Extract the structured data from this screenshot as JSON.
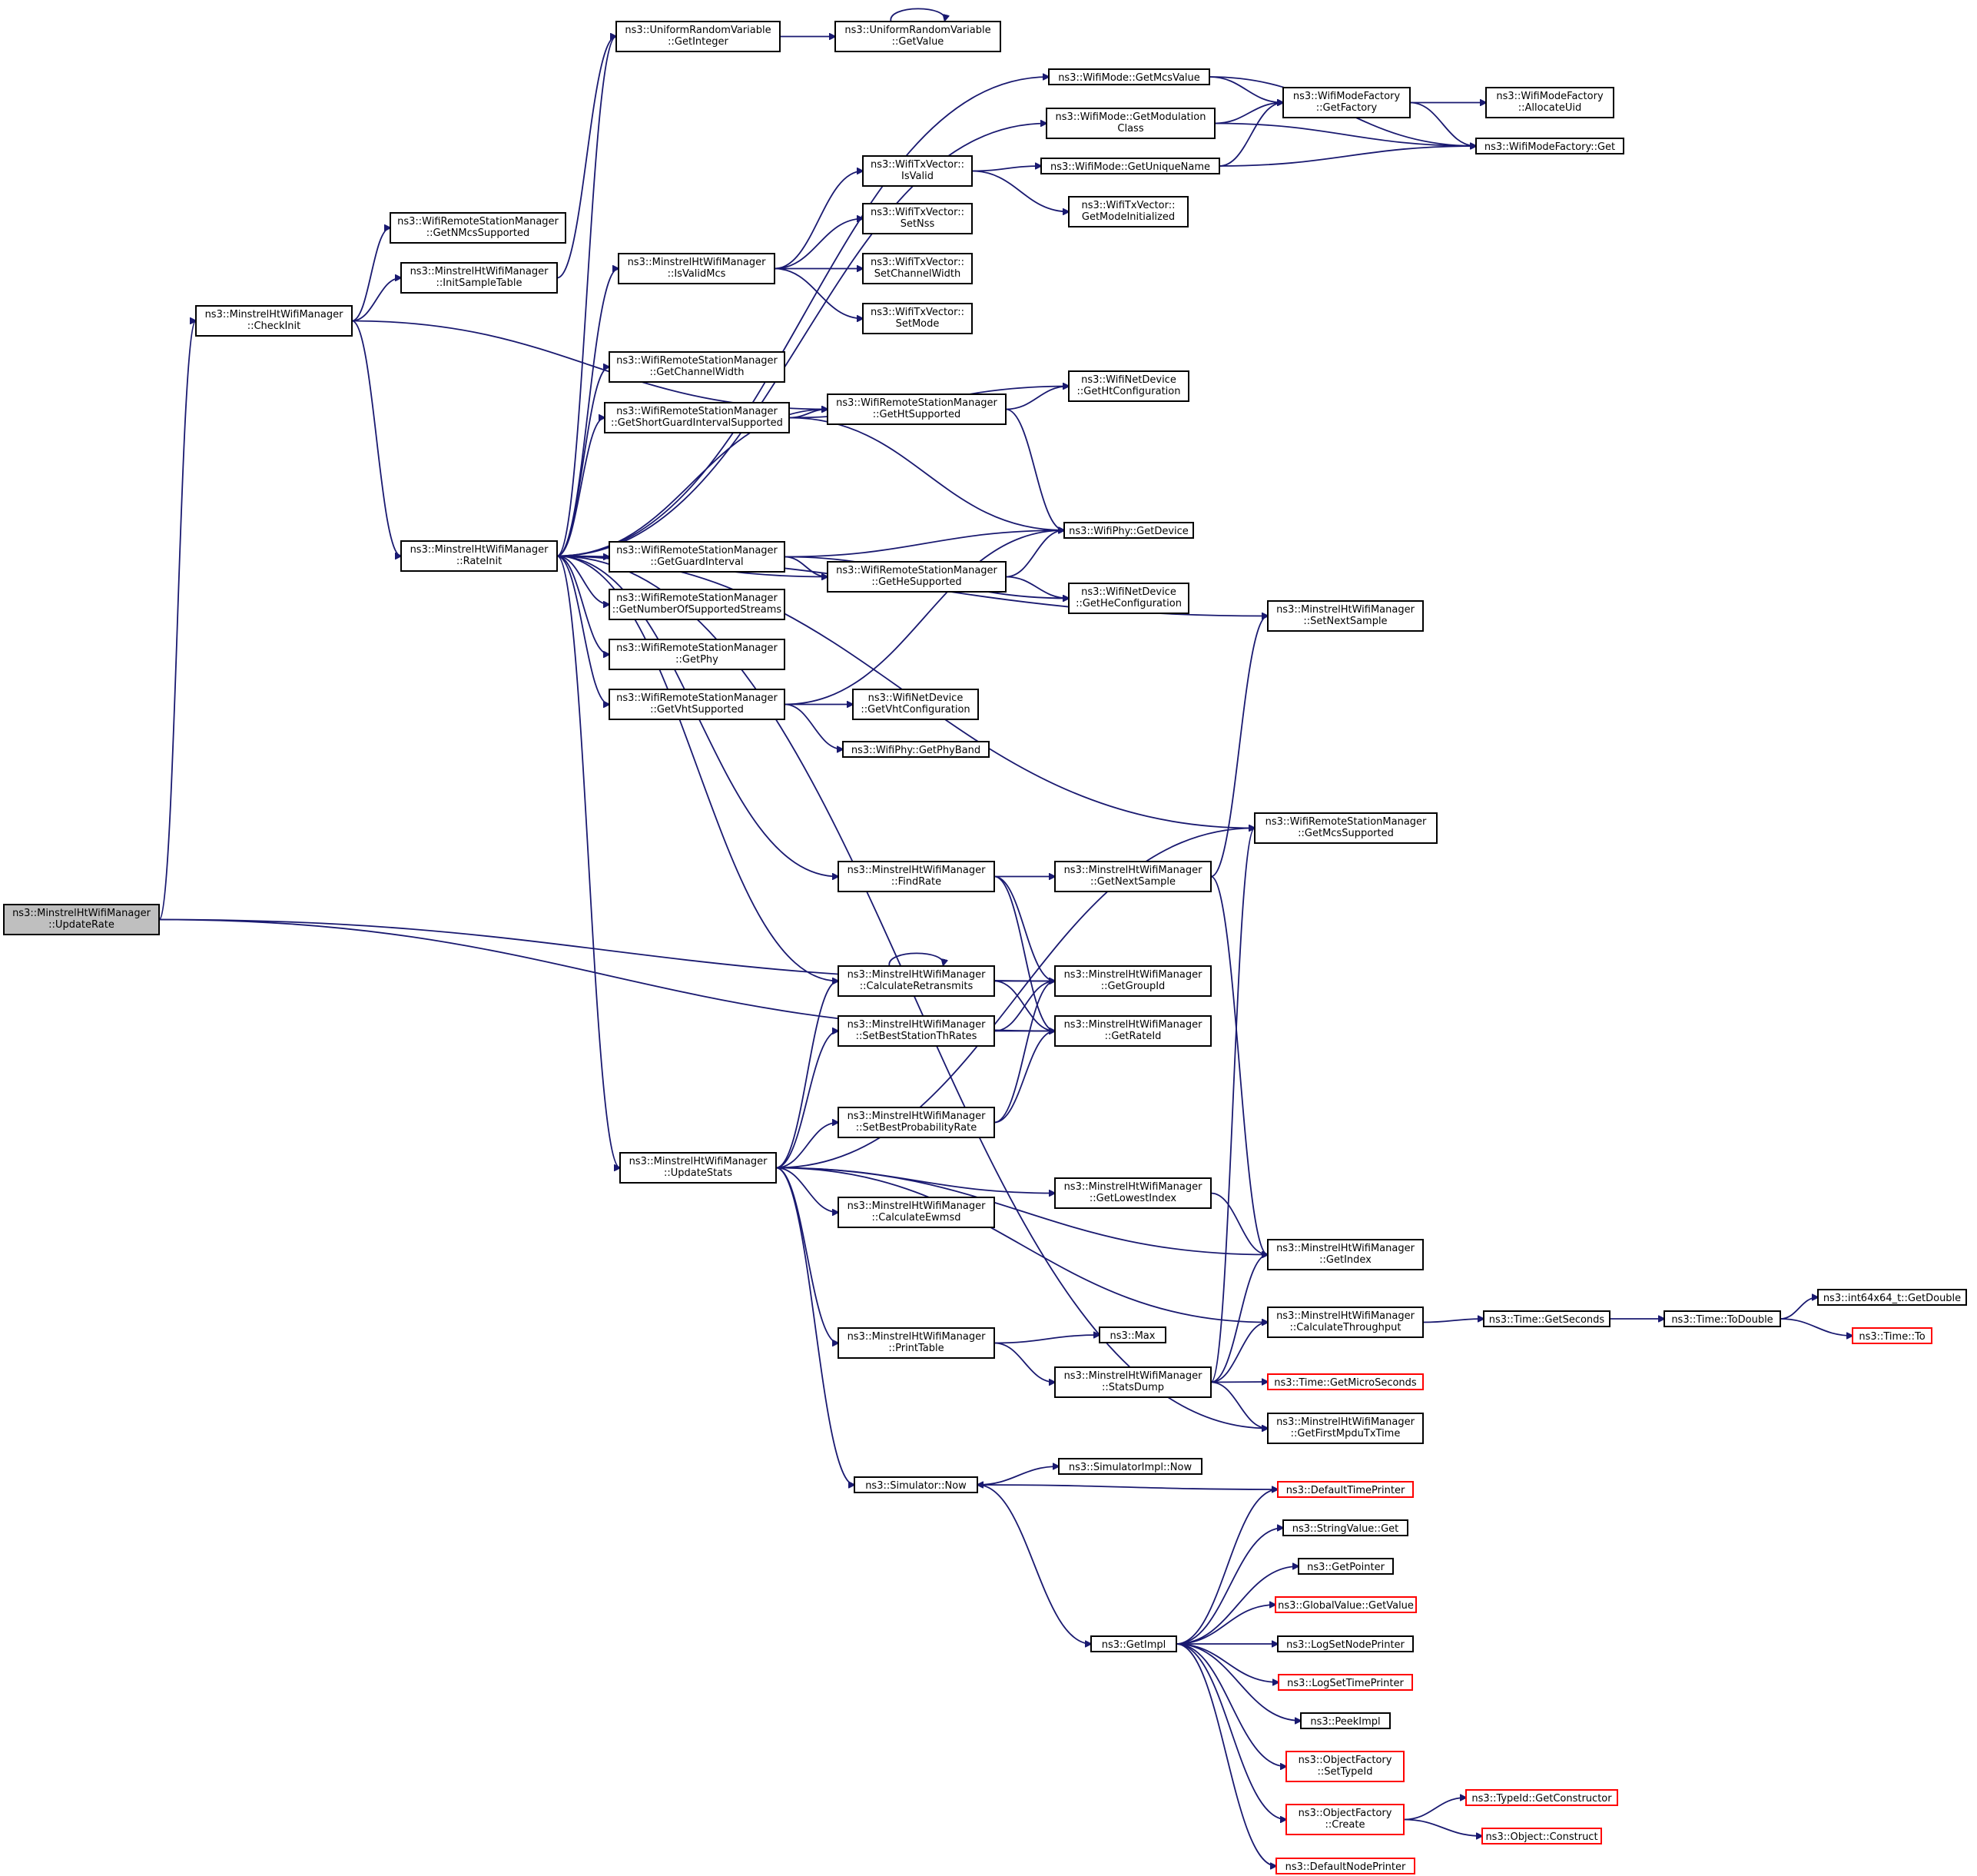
{
  "nodes": [
    {
      "id": "UpdateRate",
      "lines": [
        "ns3::MinstrelHtWifiManager",
        "::UpdateRate"
      ],
      "root": true
    },
    {
      "id": "CheckInit",
      "lines": [
        "ns3::MinstrelHtWifiManager",
        "::CheckInit"
      ]
    },
    {
      "id": "RateInit",
      "lines": [
        "ns3::MinstrelHtWifiManager",
        "::RateInit"
      ]
    },
    {
      "id": "GetNMcsSupported",
      "lines": [
        "ns3::WifiRemoteStationManager",
        "::GetNMcsSupported"
      ]
    },
    {
      "id": "InitSampleTable",
      "lines": [
        "ns3::MinstrelHtWifiManager",
        "::InitSampleTable"
      ]
    },
    {
      "id": "GetInteger",
      "lines": [
        "ns3::UniformRandomVariable",
        "::GetInteger"
      ]
    },
    {
      "id": "GetValueURV",
      "lines": [
        "ns3::UniformRandomVariable",
        "::GetValue"
      ]
    },
    {
      "id": "GetMcsValue",
      "lines": [
        "ns3::WifiMode::GetMcsValue"
      ]
    },
    {
      "id": "GetModulationClass",
      "lines": [
        "ns3::WifiMode::GetModulation",
        "Class"
      ]
    },
    {
      "id": "GetFactory",
      "lines": [
        "ns3::WifiModeFactory",
        "::GetFactory"
      ]
    },
    {
      "id": "AllocateUid",
      "lines": [
        "ns3::WifiModeFactory",
        "::AllocateUid"
      ]
    },
    {
      "id": "WifiModeFactoryGet",
      "lines": [
        "ns3::WifiModeFactory::Get"
      ]
    },
    {
      "id": "IsValid",
      "lines": [
        "ns3::WifiTxVector::",
        "IsValid"
      ]
    },
    {
      "id": "GetUniqueName",
      "lines": [
        "ns3::WifiMode::GetUniqueName"
      ]
    },
    {
      "id": "GetModeInitialized",
      "lines": [
        "ns3::WifiTxVector::",
        "GetModeInitialized"
      ]
    },
    {
      "id": "IsValidMcs",
      "lines": [
        "ns3::MinstrelHtWifiManager",
        "::IsValidMcs"
      ]
    },
    {
      "id": "SetNss",
      "lines": [
        "ns3::WifiTxVector::",
        "SetNss"
      ]
    },
    {
      "id": "SetChannelWidth",
      "lines": [
        "ns3::WifiTxVector::",
        "SetChannelWidth"
      ]
    },
    {
      "id": "SetMode",
      "lines": [
        "ns3::WifiTxVector::",
        "SetMode"
      ]
    },
    {
      "id": "GetChannelWidth",
      "lines": [
        "ns3::WifiRemoteStationManager",
        "::GetChannelWidth"
      ]
    },
    {
      "id": "GetShortGI",
      "lines": [
        "ns3::WifiRemoteStationManager",
        "::GetShortGuardIntervalSupported"
      ]
    },
    {
      "id": "GetHtSupported",
      "lines": [
        "ns3::WifiRemoteStationManager",
        "::GetHtSupported"
      ]
    },
    {
      "id": "GetHtConfiguration",
      "lines": [
        "ns3::WifiNetDevice",
        "::GetHtConfiguration"
      ]
    },
    {
      "id": "GetDevice",
      "lines": [
        "ns3::WifiPhy::GetDevice"
      ]
    },
    {
      "id": "GetGuardInterval",
      "lines": [
        "ns3::WifiRemoteStationManager",
        "::GetGuardInterval"
      ]
    },
    {
      "id": "GetHeSupported",
      "lines": [
        "ns3::WifiRemoteStationManager",
        "::GetHeSupported"
      ]
    },
    {
      "id": "GetHeConfiguration",
      "lines": [
        "ns3::WifiNetDevice",
        "::GetHeConfiguration"
      ]
    },
    {
      "id": "SetNextSample",
      "lines": [
        "ns3::MinstrelHtWifiManager",
        "::SetNextSample"
      ]
    },
    {
      "id": "GetNumStreams",
      "lines": [
        "ns3::WifiRemoteStationManager",
        "::GetNumberOfSupportedStreams"
      ]
    },
    {
      "id": "GetPhy",
      "lines": [
        "ns3::WifiRemoteStationManager",
        "::GetPhy"
      ]
    },
    {
      "id": "GetVhtSupported",
      "lines": [
        "ns3::WifiRemoteStationManager",
        "::GetVhtSupported"
      ]
    },
    {
      "id": "GetVhtConfiguration",
      "lines": [
        "ns3::WifiNetDevice",
        "::GetVhtConfiguration"
      ]
    },
    {
      "id": "GetPhyBand",
      "lines": [
        "ns3::WifiPhy::GetPhyBand"
      ]
    },
    {
      "id": "GetMcsSupported",
      "lines": [
        "ns3::WifiRemoteStationManager",
        "::GetMcsSupported"
      ]
    },
    {
      "id": "FindRate",
      "lines": [
        "ns3::MinstrelHtWifiManager",
        "::FindRate"
      ]
    },
    {
      "id": "GetNextSample",
      "lines": [
        "ns3::MinstrelHtWifiManager",
        "::GetNextSample"
      ]
    },
    {
      "id": "CalculateRetransmits",
      "lines": [
        "ns3::MinstrelHtWifiManager",
        "::CalculateRetransmits"
      ]
    },
    {
      "id": "GetGroupId",
      "lines": [
        "ns3::MinstrelHtWifiManager",
        "::GetGroupId"
      ]
    },
    {
      "id": "SetBestStationThRates",
      "lines": [
        "ns3::MinstrelHtWifiManager",
        "::SetBestStationThRates"
      ]
    },
    {
      "id": "GetRateId",
      "lines": [
        "ns3::MinstrelHtWifiManager",
        "::GetRateId"
      ]
    },
    {
      "id": "SetBestProbabilityRate",
      "lines": [
        "ns3::MinstrelHtWifiManager",
        "::SetBestProbabilityRate"
      ]
    },
    {
      "id": "UpdateStats",
      "lines": [
        "ns3::MinstrelHtWifiManager",
        "::UpdateStats"
      ]
    },
    {
      "id": "CalculateEwmsd",
      "lines": [
        "ns3::MinstrelHtWifiManager",
        "::CalculateEwmsd"
      ]
    },
    {
      "id": "GetLowestIndex",
      "lines": [
        "ns3::MinstrelHtWifiManager",
        "::GetLowestIndex"
      ]
    },
    {
      "id": "GetIndex",
      "lines": [
        "ns3::MinstrelHtWifiManager",
        "::GetIndex"
      ]
    },
    {
      "id": "CalculateThroughput",
      "lines": [
        "ns3::MinstrelHtWifiManager",
        "::CalculateThroughput"
      ]
    },
    {
      "id": "GetSeconds",
      "lines": [
        "ns3::Time::GetSeconds"
      ]
    },
    {
      "id": "ToDouble",
      "lines": [
        "ns3::Time::ToDouble"
      ]
    },
    {
      "id": "int64GetDouble",
      "lines": [
        "ns3::int64x64_t::GetDouble"
      ]
    },
    {
      "id": "TimeTo",
      "lines": [
        "ns3::Time::To"
      ],
      "truncated": true
    },
    {
      "id": "PrintTable",
      "lines": [
        "ns3::MinstrelHtWifiManager",
        "::PrintTable"
      ]
    },
    {
      "id": "Max",
      "lines": [
        "ns3::Max"
      ]
    },
    {
      "id": "StatsDump",
      "lines": [
        "ns3::MinstrelHtWifiManager",
        "::StatsDump"
      ]
    },
    {
      "id": "GetMicroSeconds",
      "lines": [
        "ns3::Time::GetMicroSeconds"
      ],
      "truncated": true
    },
    {
      "id": "GetFirstMpduTxTime",
      "lines": [
        "ns3::MinstrelHtWifiManager",
        "::GetFirstMpduTxTime"
      ]
    },
    {
      "id": "SimulatorNow",
      "lines": [
        "ns3::Simulator::Now"
      ]
    },
    {
      "id": "SimulatorImplNow",
      "lines": [
        "ns3::SimulatorImpl::Now"
      ]
    },
    {
      "id": "DefaultTimePrinter",
      "lines": [
        "ns3::DefaultTimePrinter"
      ],
      "truncated": true
    },
    {
      "id": "StringValueGet",
      "lines": [
        "ns3::StringValue::Get"
      ]
    },
    {
      "id": "GetPointer",
      "lines": [
        "ns3::GetPointer"
      ]
    },
    {
      "id": "GlobalValueGetValue",
      "lines": [
        "ns3::GlobalValue::GetValue"
      ],
      "truncated": true
    },
    {
      "id": "GetImpl",
      "lines": [
        "ns3::GetImpl"
      ]
    },
    {
      "id": "LogSetNodePrinter",
      "lines": [
        "ns3::LogSetNodePrinter"
      ]
    },
    {
      "id": "LogSetTimePrinter",
      "lines": [
        "ns3::LogSetTimePrinter"
      ],
      "truncated": true
    },
    {
      "id": "PeekImpl",
      "lines": [
        "ns3::PeekImpl"
      ]
    },
    {
      "id": "SetTypeId",
      "lines": [
        "ns3::ObjectFactory",
        "::SetTypeId"
      ],
      "truncated": true
    },
    {
      "id": "Create",
      "lines": [
        "ns3::ObjectFactory",
        "::Create"
      ],
      "truncated": true
    },
    {
      "id": "GetConstructor",
      "lines": [
        "ns3::TypeId::GetConstructor"
      ],
      "truncated": true
    },
    {
      "id": "ObjectConstruct",
      "lines": [
        "ns3::Object::Construct"
      ],
      "truncated": true
    },
    {
      "id": "DefaultNodePrinter",
      "lines": [
        "ns3::DefaultNodePrinter"
      ],
      "truncated": true
    }
  ],
  "edges": [
    [
      "UpdateRate",
      "CheckInit"
    ],
    [
      "UpdateRate",
      "GetGroupId"
    ],
    [
      "UpdateRate",
      "GetRateId"
    ],
    [
      "CheckInit",
      "GetNMcsSupported"
    ],
    [
      "CheckInit",
      "InitSampleTable"
    ],
    [
      "CheckInit",
      "GetHtSupported"
    ],
    [
      "CheckInit",
      "RateInit"
    ],
    [
      "InitSampleTable",
      "GetInteger"
    ],
    [
      "GetInteger",
      "GetValueURV"
    ],
    [
      "GetValueURV",
      "GetValueURV"
    ],
    [
      "GetMcsValue",
      "GetFactory"
    ],
    [
      "GetMcsValue",
      "WifiModeFactoryGet"
    ],
    [
      "GetModulationClass",
      "GetFactory"
    ],
    [
      "GetModulationClass",
      "WifiModeFactoryGet"
    ],
    [
      "GetFactory",
      "AllocateUid"
    ],
    [
      "GetFactory",
      "WifiModeFactoryGet"
    ],
    [
      "IsValid",
      "GetUniqueName"
    ],
    [
      "IsValid",
      "GetModeInitialized"
    ],
    [
      "GetUniqueName",
      "GetFactory"
    ],
    [
      "GetUniqueName",
      "WifiModeFactoryGet"
    ],
    [
      "IsValidMcs",
      "IsValid"
    ],
    [
      "IsValidMcs",
      "SetNss"
    ],
    [
      "IsValidMcs",
      "SetChannelWidth"
    ],
    [
      "IsValidMcs",
      "SetMode"
    ],
    [
      "RateInit",
      "GetInteger"
    ],
    [
      "RateInit",
      "GetMcsValue"
    ],
    [
      "RateInit",
      "GetModulationClass"
    ],
    [
      "RateInit",
      "IsValidMcs"
    ],
    [
      "RateInit",
      "GetChannelWidth"
    ],
    [
      "RateInit",
      "GetShortGI"
    ],
    [
      "RateInit",
      "GetHtSupported"
    ],
    [
      "RateInit",
      "SetNextSample"
    ],
    [
      "RateInit",
      "GetGuardInterval"
    ],
    [
      "RateInit",
      "GetHeSupported"
    ],
    [
      "RateInit",
      "GetNumStreams"
    ],
    [
      "RateInit",
      "GetPhy"
    ],
    [
      "RateInit",
      "GetVhtSupported"
    ],
    [
      "RateInit",
      "GetMcsSupported"
    ],
    [
      "RateInit",
      "FindRate"
    ],
    [
      "RateInit",
      "CalculateRetransmits"
    ],
    [
      "RateInit",
      "UpdateStats"
    ],
    [
      "RateInit",
      "GetFirstMpduTxTime"
    ],
    [
      "GetShortGI",
      "GetHtConfiguration"
    ],
    [
      "GetShortGI",
      "GetHtSupported"
    ],
    [
      "GetShortGI",
      "GetDevice"
    ],
    [
      "GetHtSupported",
      "GetHtConfiguration"
    ],
    [
      "GetHtSupported",
      "GetDevice"
    ],
    [
      "GetGuardInterval",
      "GetDevice"
    ],
    [
      "GetGuardInterval",
      "GetHeSupported"
    ],
    [
      "GetGuardInterval",
      "GetHeConfiguration"
    ],
    [
      "GetHeSupported",
      "GetDevice"
    ],
    [
      "GetHeSupported",
      "GetHeConfiguration"
    ],
    [
      "GetVhtSupported",
      "GetDevice"
    ],
    [
      "GetVhtSupported",
      "GetVhtConfiguration"
    ],
    [
      "GetVhtSupported",
      "GetPhyBand"
    ],
    [
      "FindRate",
      "GetNextSample"
    ],
    [
      "FindRate",
      "GetGroupId"
    ],
    [
      "FindRate",
      "GetRateId"
    ],
    [
      "GetNextSample",
      "SetNextSample"
    ],
    [
      "GetNextSample",
      "GetIndex"
    ],
    [
      "CalculateRetransmits",
      "CalculateRetransmits"
    ],
    [
      "CalculateRetransmits",
      "GetGroupId"
    ],
    [
      "CalculateRetransmits",
      "GetRateId"
    ],
    [
      "SetBestStationThRates",
      "GetGroupId"
    ],
    [
      "SetBestStationThRates",
      "GetRateId"
    ],
    [
      "SetBestProbabilityRate",
      "GetGroupId"
    ],
    [
      "SetBestProbabilityRate",
      "GetRateId"
    ],
    [
      "UpdateStats",
      "GetMcsSupported"
    ],
    [
      "UpdateStats",
      "CalculateRetransmits"
    ],
    [
      "UpdateStats",
      "SetBestStationThRates"
    ],
    [
      "UpdateStats",
      "SetBestProbabilityRate"
    ],
    [
      "UpdateStats",
      "GetLowestIndex"
    ],
    [
      "UpdateStats",
      "CalculateEwmsd"
    ],
    [
      "UpdateStats",
      "GetIndex"
    ],
    [
      "UpdateStats",
      "CalculateThroughput"
    ],
    [
      "UpdateStats",
      "PrintTable"
    ],
    [
      "UpdateStats",
      "SimulatorNow"
    ],
    [
      "GetLowestIndex",
      "GetIndex"
    ],
    [
      "CalculateThroughput",
      "GetSeconds"
    ],
    [
      "GetSeconds",
      "ToDouble"
    ],
    [
      "ToDouble",
      "int64GetDouble"
    ],
    [
      "ToDouble",
      "TimeTo"
    ],
    [
      "PrintTable",
      "Max"
    ],
    [
      "PrintTable",
      "StatsDump"
    ],
    [
      "StatsDump",
      "GetMcsSupported"
    ],
    [
      "StatsDump",
      "GetIndex"
    ],
    [
      "StatsDump",
      "CalculateThroughput"
    ],
    [
      "StatsDump",
      "GetMicroSeconds"
    ],
    [
      "StatsDump",
      "GetFirstMpduTxTime"
    ],
    [
      "SimulatorNow",
      "SimulatorImplNow"
    ],
    [
      "SimulatorNow",
      "GetImpl"
    ],
    [
      "DefaultTimePrinter",
      "SimulatorNow"
    ],
    [
      "GetImpl",
      "DefaultTimePrinter"
    ],
    [
      "GetImpl",
      "StringValueGet"
    ],
    [
      "GetImpl",
      "GetPointer"
    ],
    [
      "GetImpl",
      "GlobalValueGetValue"
    ],
    [
      "GetImpl",
      "LogSetNodePrinter"
    ],
    [
      "GetImpl",
      "LogSetTimePrinter"
    ],
    [
      "GetImpl",
      "PeekImpl"
    ],
    [
      "GetImpl",
      "SetTypeId"
    ],
    [
      "GetImpl",
      "Create"
    ],
    [
      "GetImpl",
      "DefaultNodePrinter"
    ],
    [
      "Create",
      "GetConstructor"
    ],
    [
      "Create",
      "ObjectConstruct"
    ]
  ]
}
